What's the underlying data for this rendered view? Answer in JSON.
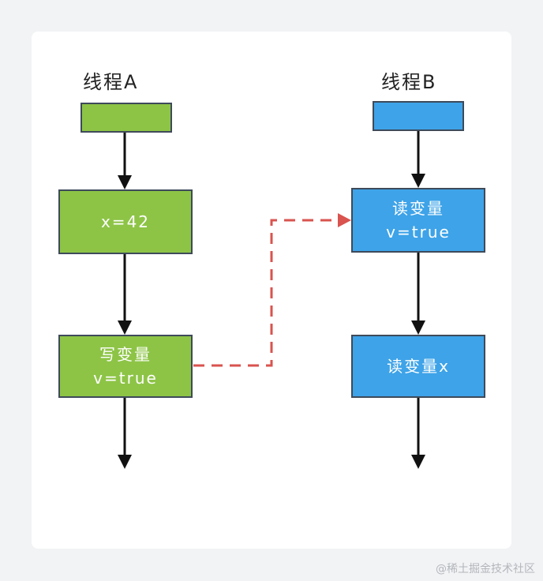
{
  "threads": {
    "a": {
      "title": "线程A",
      "color": "#8dc446",
      "steps": [
        {
          "line1": "x=42",
          "line2": ""
        },
        {
          "line1": "写变量",
          "line2": "v=true"
        }
      ]
    },
    "b": {
      "title": "线程B",
      "color": "#3ea3e8",
      "steps": [
        {
          "line1": "读变量",
          "line2": "v=true"
        },
        {
          "line1": "读变量x",
          "line2": ""
        }
      ]
    }
  },
  "edge_color": "#d9534f",
  "watermark": "@稀土掘金技术社区"
}
